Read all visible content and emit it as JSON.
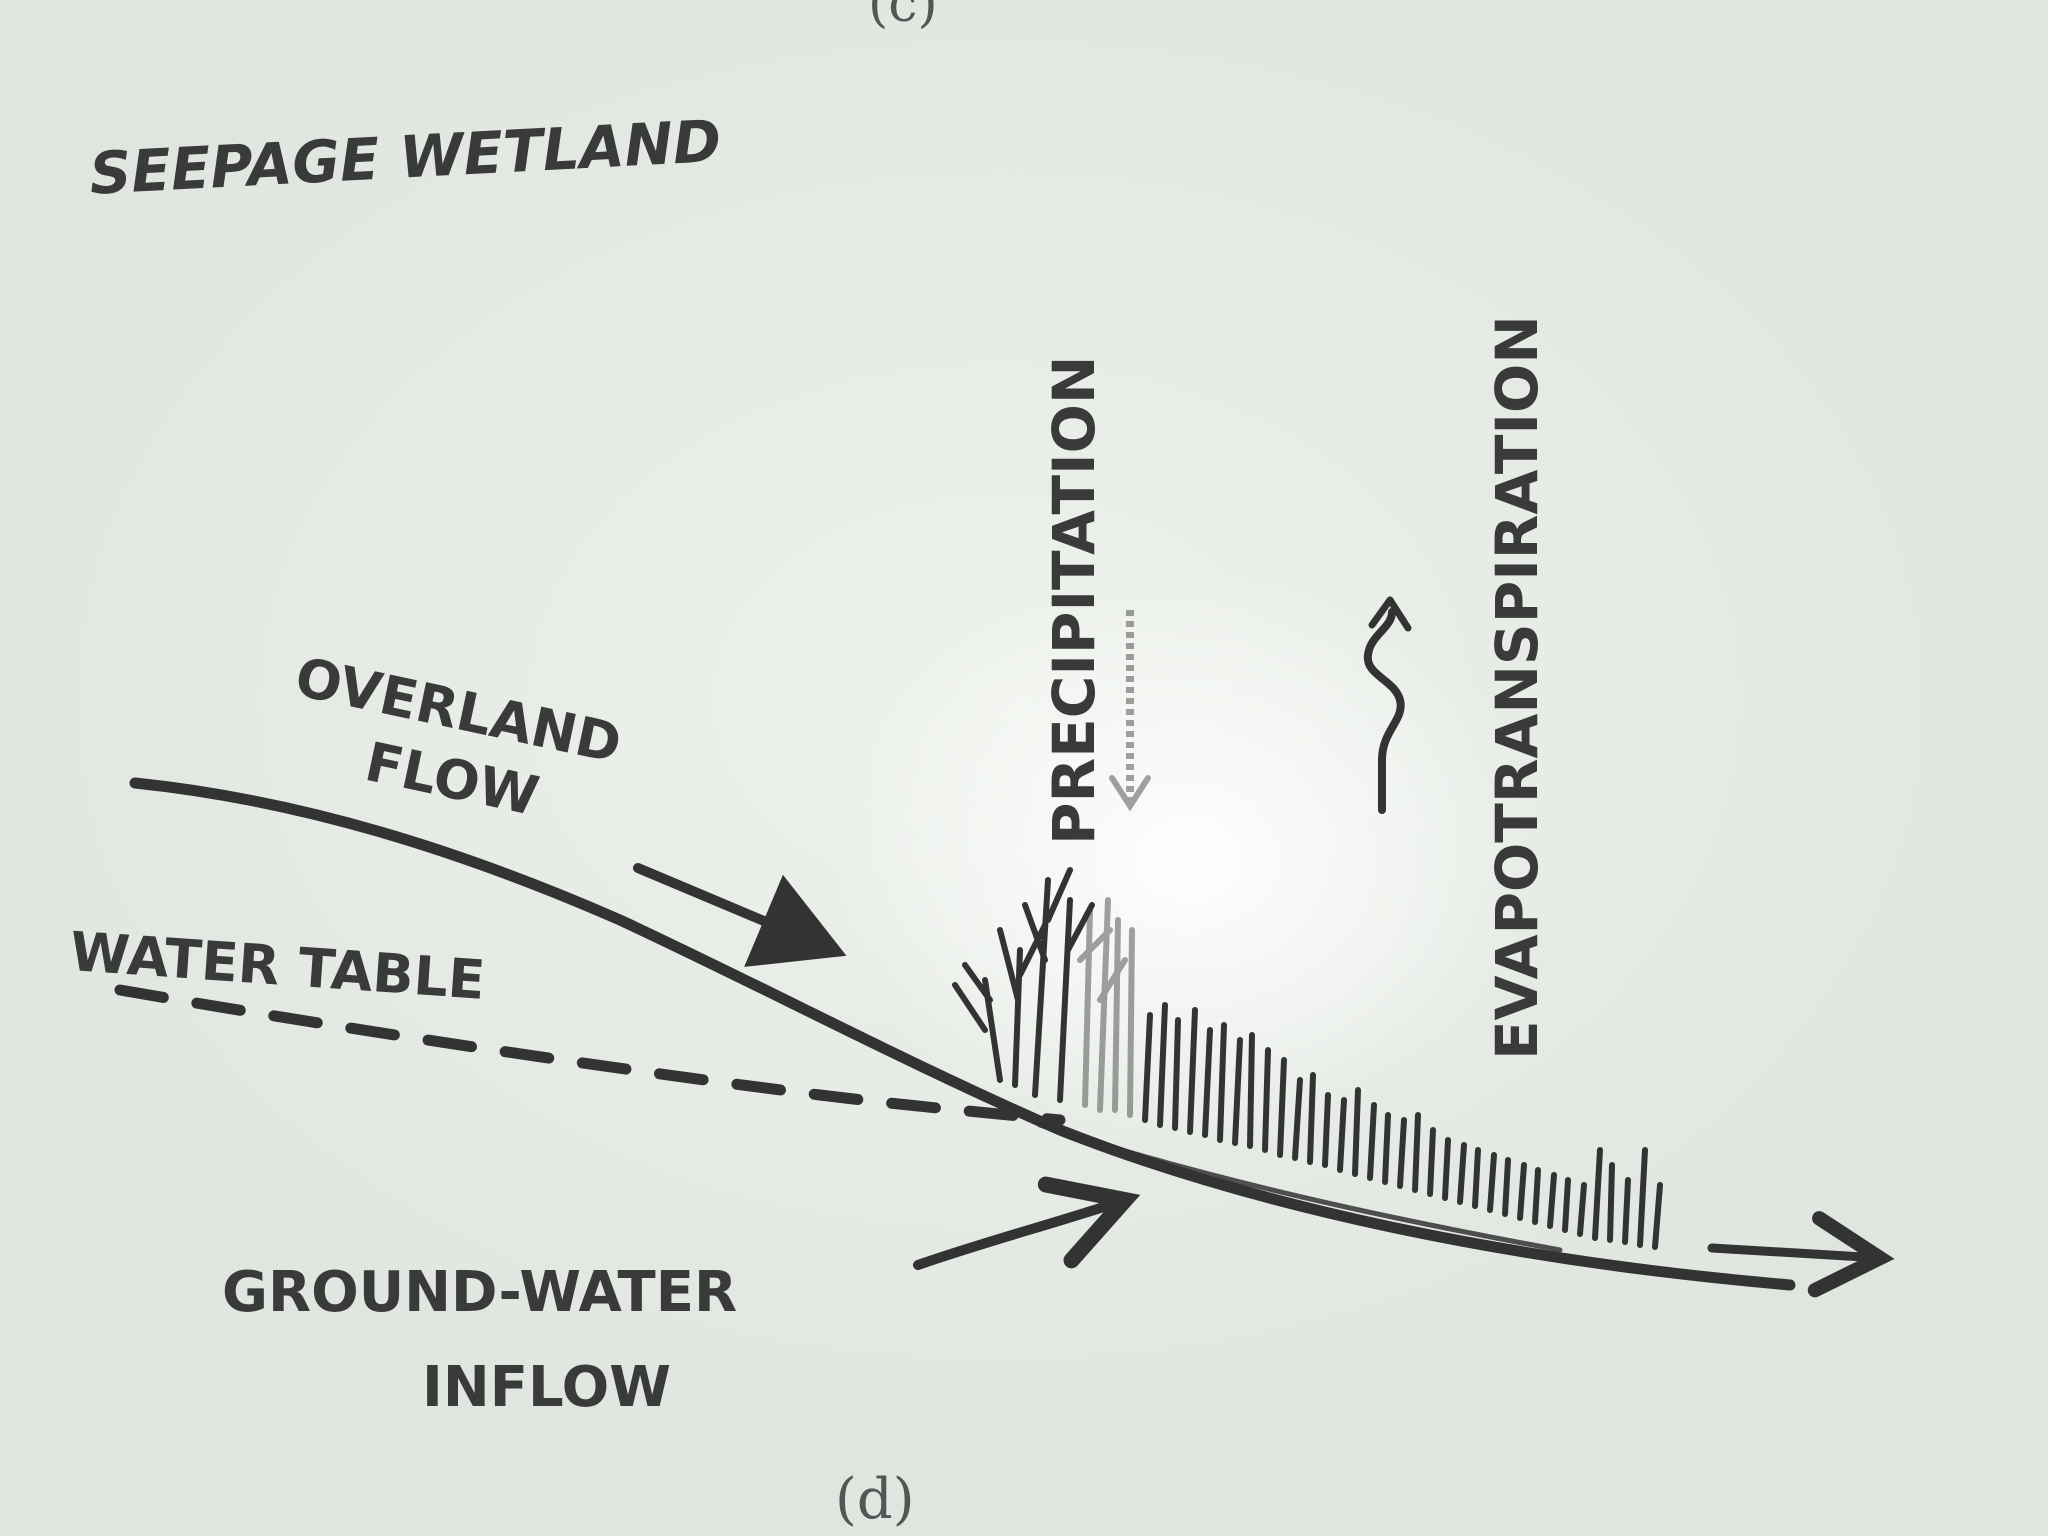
{
  "figure": {
    "prev_caption": "(c)",
    "caption": "(d)"
  },
  "labels": {
    "title": "SEEPAGE WETLAND",
    "overland_flow_line1": "OVERLAND",
    "overland_flow_line2": "FLOW",
    "water_table": "WATER TABLE",
    "precipitation": "PRECIPITATION",
    "evapotranspiration": "EVAPOTRANSPIRATION",
    "groundwater_line1": "GROUND-WATER",
    "groundwater_line2": "INFLOW"
  },
  "colors": {
    "ink": "#333333",
    "paper": "#e6ebe6",
    "highlight": "#ffffff"
  }
}
